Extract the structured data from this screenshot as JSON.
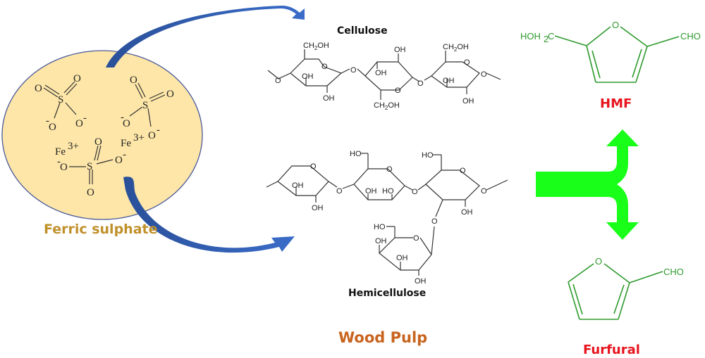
{
  "title": "Ferric sulphate catalysed conversion of wood pulp to HMF and furfural",
  "catalyst": {
    "label": "Ferric sulphate",
    "label_color": "#c0902a",
    "fill_color": "#fde6a8",
    "ions": {
      "iron_1": "Fe",
      "iron_1_charge": "3+",
      "iron_2": "Fe",
      "iron_2_charge": "3+",
      "sulfur": "S",
      "oxygen": "O",
      "oxygen_anion": "O",
      "minus": "-"
    }
  },
  "substrates": {
    "group_label": "Wood Pulp",
    "group_label_color": "#c8641e",
    "cellulose": {
      "label": "Cellulose",
      "atoms": {
        "ch2oh": "CH",
        "ch2oh_sub": "2",
        "ch2oh_tail": "OH",
        "oh": "OH",
        "o": "O"
      }
    },
    "hemicellulose": {
      "label": "Hemicellulose",
      "atoms": {
        "ho": "HO",
        "oh": "OH",
        "o": "O"
      }
    }
  },
  "products": {
    "label_color": "#e8141e",
    "hmf": {
      "label": "HMF",
      "left_group": "HOH",
      "left_group_sub": "2",
      "left_group_tail": "C",
      "right_group": "CHO",
      "ring_o": "O"
    },
    "furfural": {
      "label": "Furfural",
      "right_group": "CHO",
      "ring_o": "O"
    }
  },
  "colors": {
    "arrow_blue": "#2f5aa8",
    "split_arrow_green": "#1aff1a",
    "molecule_green": "#2e9a2e"
  }
}
